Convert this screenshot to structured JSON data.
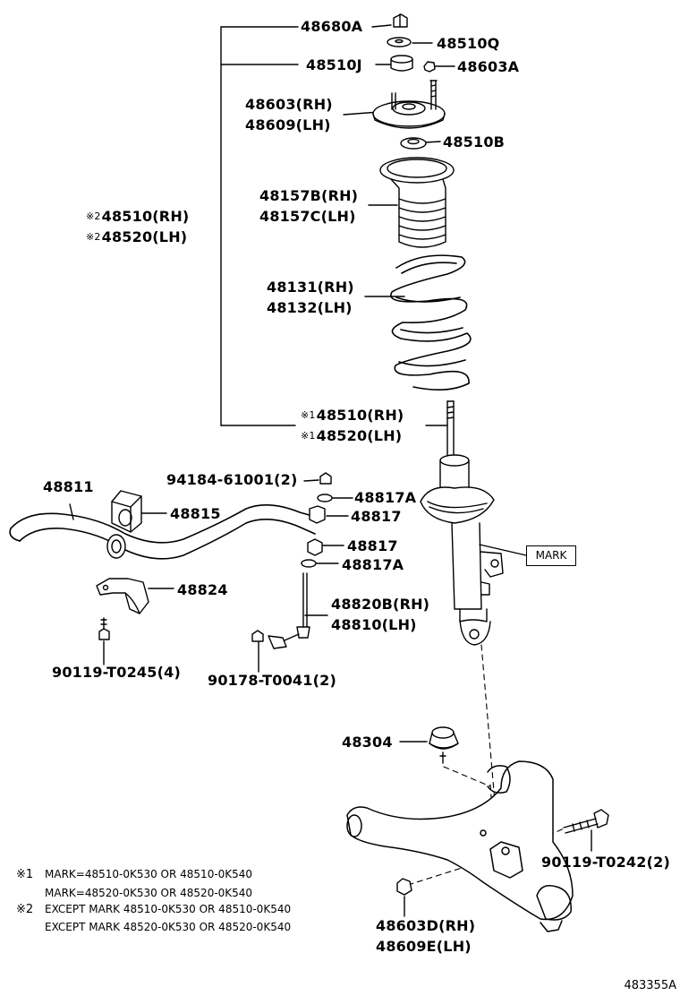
{
  "labels": {
    "p48680A": "48680A",
    "p48510Q": "48510Q",
    "p48510J": "48510J",
    "p48603A": "48603A",
    "p48603": "48603(RH)",
    "p48609": "48609(LH)",
    "p48510B": "48510B",
    "p48157B": "48157B(RH)",
    "p48157C": "48157C(LH)",
    "p48131": "48131(RH)",
    "p48132": "48132(LH)",
    "asm2_rh_mark": "※2",
    "asm2_rh": "48510(RH)",
    "asm2_lh_mark": "※2",
    "asm2_lh": "48520(LH)",
    "asm1_rh_mark": "※1",
    "asm1_rh": "48510(RH)",
    "asm1_lh_mark": "※1",
    "asm1_lh": "48520(LH)",
    "p94184": "94184-61001(2)",
    "p48817A_upper": "48817A",
    "p48817_upper": "48817",
    "p48817_lower": "48817",
    "p48817A_lower": "48817A",
    "p48811": "48811",
    "p48815": "48815",
    "p48824": "48824",
    "p48820B": "48820B(RH)",
    "p48810": "48810(LH)",
    "p90119_T0245": "90119-T0245(4)",
    "p90178_T0041": "90178-T0041(2)",
    "p48304": "48304",
    "p90119_T0242": "90119-T0242(2)",
    "p48603D": "48603D(RH)",
    "p48609E": "48609E(LH)"
  },
  "mark_box": "MARK",
  "notes": [
    {
      "sym": "※1",
      "text": "MARK=48510-0K530 OR 48510-0K540"
    },
    {
      "sym": "",
      "text": "MARK=48520-0K530 OR 48520-0K540"
    },
    {
      "sym": "※2",
      "text": "EXCEPT MARK 48510-0K530 OR 48510-0K540"
    },
    {
      "sym": "",
      "text": "EXCEPT MARK 48520-0K530 OR 48520-0K540"
    }
  ],
  "figure_id": "483355A"
}
